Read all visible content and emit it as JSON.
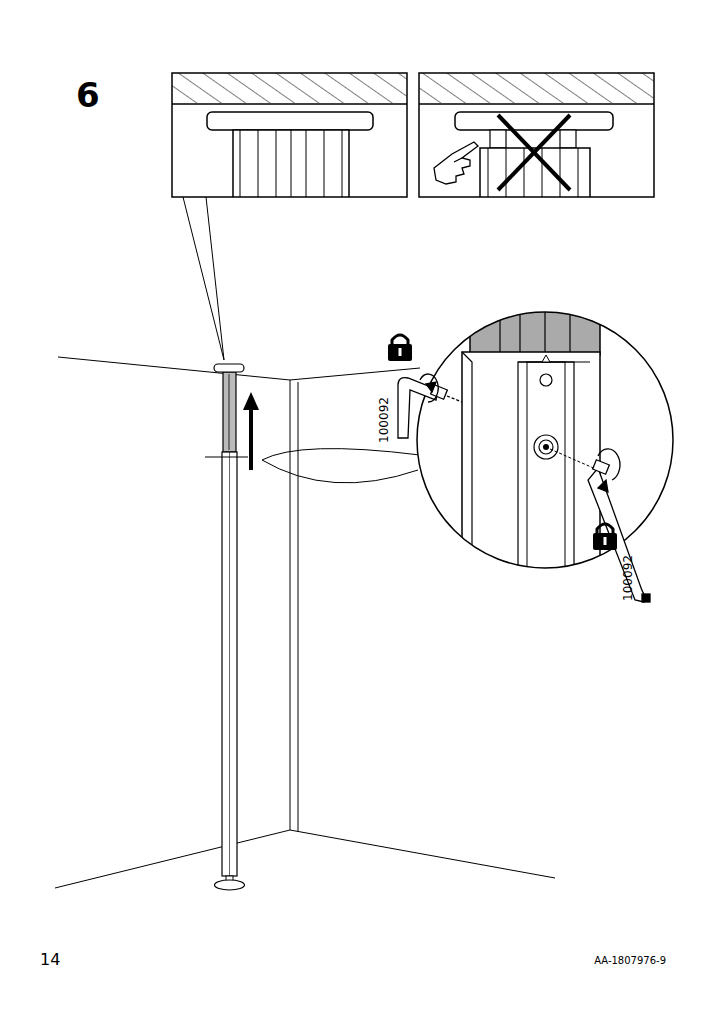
{
  "diagram": {
    "labels": [
      "6",
      "100092",
      "100092",
      "14",
      "AA-1807976-9"
    ]
  }
}
